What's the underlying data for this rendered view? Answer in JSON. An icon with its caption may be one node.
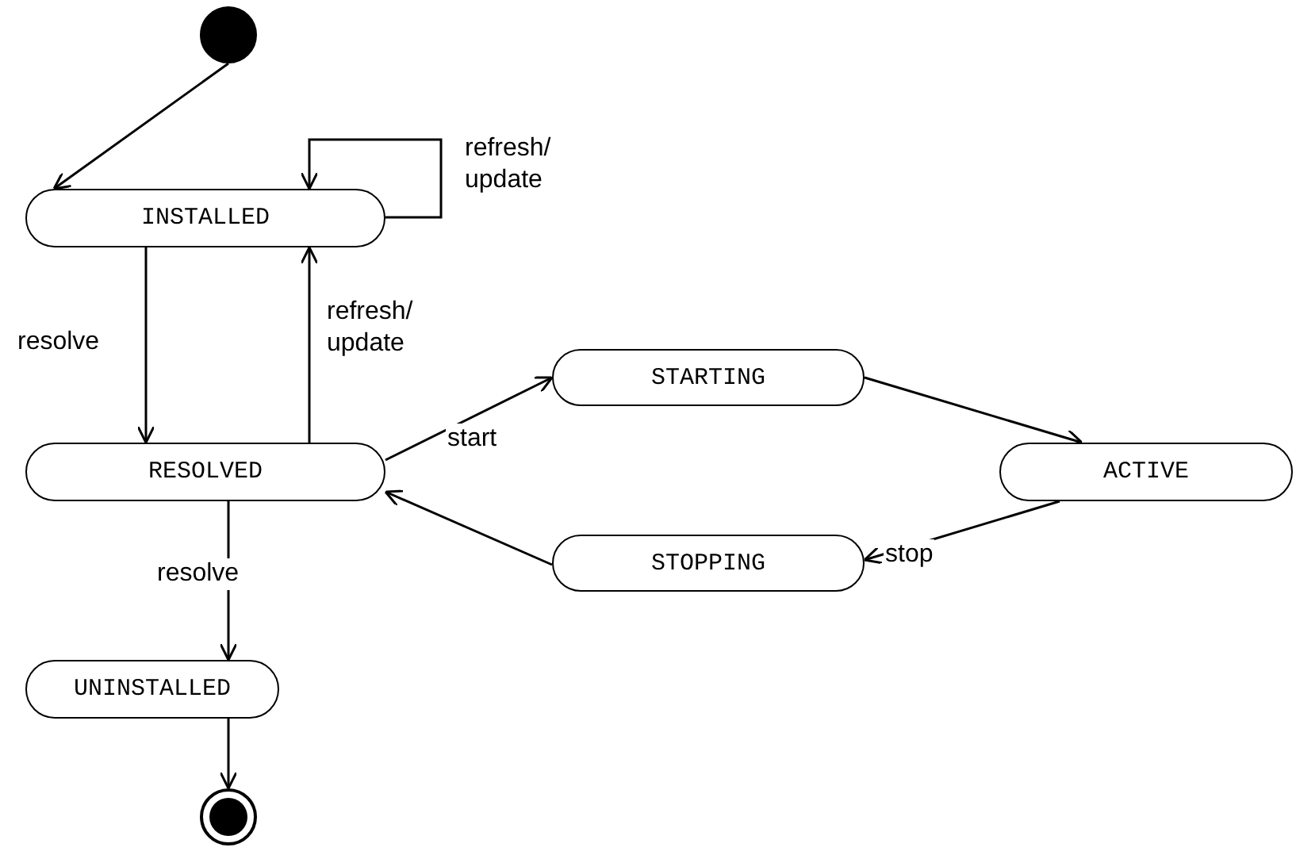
{
  "diagram": {
    "nodes": [
      {
        "text": [],
        "shape": "circle"
      },
      {
        "text": [
          "INSTALLED"
        ]
      },
      {
        "text": [
          "RESOLVED"
        ]
      },
      {
        "text": [
          "STARTING"
        ]
      },
      {
        "text": [
          "ACTIVE"
        ]
      },
      {
        "text": [
          "STOPPING"
        ]
      },
      {
        "text": [
          "UNINSTALLED"
        ]
      },
      {
        "text": [],
        "shape": "circle"
      }
    ],
    "edges": [
      {
        "from": 0,
        "to": 1,
        "arrow": "to"
      },
      {
        "from": 1,
        "to": 1,
        "arrow": "to",
        "label": "refresh/ update"
      },
      {
        "from": 1,
        "to": 2,
        "arrow": "to",
        "label": "resolve"
      },
      {
        "from": 2,
        "to": 1,
        "arrow": "to",
        "label": "refresh/ update"
      },
      {
        "from": 2,
        "to": 3,
        "arrow": "to",
        "label": "start"
      },
      {
        "from": 3,
        "to": 4,
        "arrow": "to"
      },
      {
        "from": 4,
        "to": 5,
        "arrow": "to",
        "label": "stop"
      },
      {
        "from": 5,
        "to": 2,
        "arrow": "to"
      },
      {
        "from": 2,
        "to": 6,
        "arrow": "to",
        "label": "resolve"
      },
      {
        "from": 6,
        "to": 7,
        "arrow": "to"
      }
    ]
  }
}
